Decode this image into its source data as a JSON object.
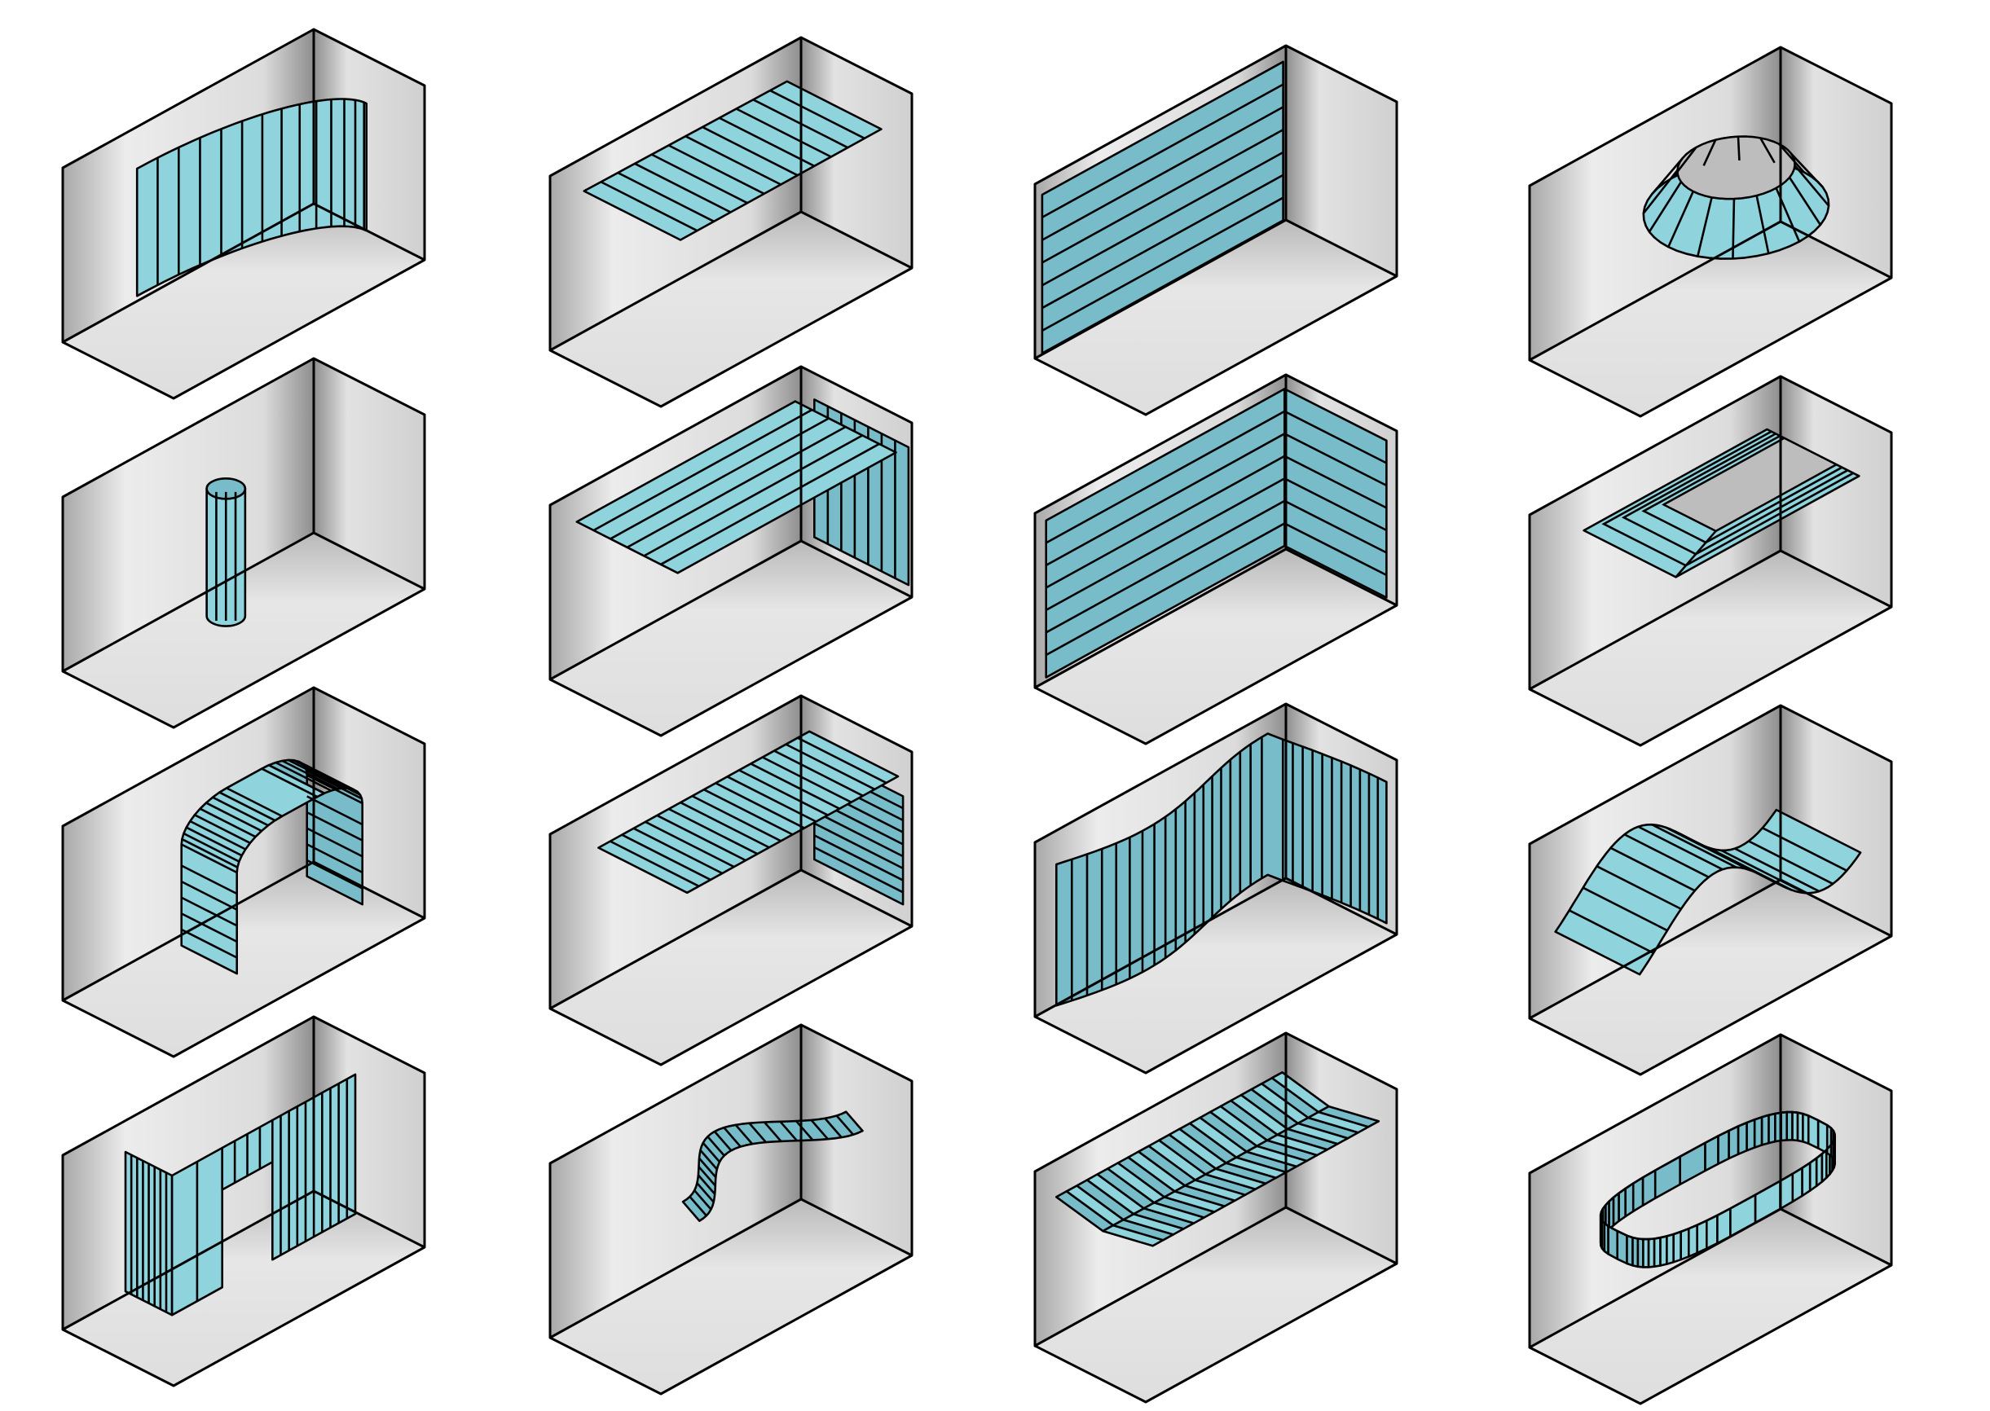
{
  "figure": {
    "layout": "4x4 grid of isometric room cut-aways with cyan ceiling/wall panel systems",
    "colors": {
      "panel": "#8fd3dd",
      "panel_shaded": "#77bcc8",
      "wall_light": "#f2f2f2",
      "wall_dark": "#9a9a9a",
      "floor": "#e4e4e4",
      "edge": "#000000",
      "background": "#ffffff"
    },
    "cells": [
      {
        "row": 1,
        "col": 1,
        "name": "curved-wall-vertical-slats",
        "panel_type": "curved vertical wall, vertical seams"
      },
      {
        "row": 1,
        "col": 2,
        "name": "flat-ceiling-panel",
        "panel_type": "suspended flat ceiling, diagonal seams"
      },
      {
        "row": 1,
        "col": 3,
        "name": "back-wall-cladding",
        "panel_type": "full back wall, horizontal seams"
      },
      {
        "row": 1,
        "col": 4,
        "name": "conical-ceiling-ring",
        "panel_type": "conical ceiling ring with central opening, radial seams"
      },
      {
        "row": 2,
        "col": 1,
        "name": "cylindrical-column",
        "panel_type": "round column, vertical seams"
      },
      {
        "row": 2,
        "col": 2,
        "name": "ceiling-and-right-wall",
        "panel_type": "ceiling panel folding down right wall, seams along length"
      },
      {
        "row": 2,
        "col": 3,
        "name": "two-wall-corner-cladding",
        "panel_type": "back and right walls, horizontal seams"
      },
      {
        "row": 2,
        "col": 4,
        "name": "ceiling-frame-with-opening",
        "panel_type": "rectangular ceiling frame around opening, mitred corner"
      },
      {
        "row": 3,
        "col": 1,
        "name": "free-standing-arch",
        "panel_type": "arched vault standing on floor, seams across"
      },
      {
        "row": 3,
        "col": 2,
        "name": "ceiling-with-rounded-drop",
        "panel_type": "ceiling panel with rounded bend down right wall"
      },
      {
        "row": 3,
        "col": 3,
        "name": "wavy-wall",
        "panel_type": "undulating wall along back and right, vertical seams"
      },
      {
        "row": 3,
        "col": 4,
        "name": "wavy-ceiling",
        "panel_type": "undulating suspended ceiling, transverse seams"
      },
      {
        "row": 4,
        "col": 1,
        "name": "wall-with-opening",
        "panel_type": "L-shaped partition with doorway, vertical seams"
      },
      {
        "row": 4,
        "col": 2,
        "name": "s-curve-ceiling",
        "panel_type": "S-curved ceiling ribbon, radial seams"
      },
      {
        "row": 4,
        "col": 3,
        "name": "zigzag-ceiling",
        "panel_type": "folded zigzag ceiling, transverse seams"
      },
      {
        "row": 4,
        "col": 4,
        "name": "oval-ceiling-ring",
        "panel_type": "stadium-shaped vertical ring suspended from ceiling, vertical seams"
      }
    ]
  }
}
